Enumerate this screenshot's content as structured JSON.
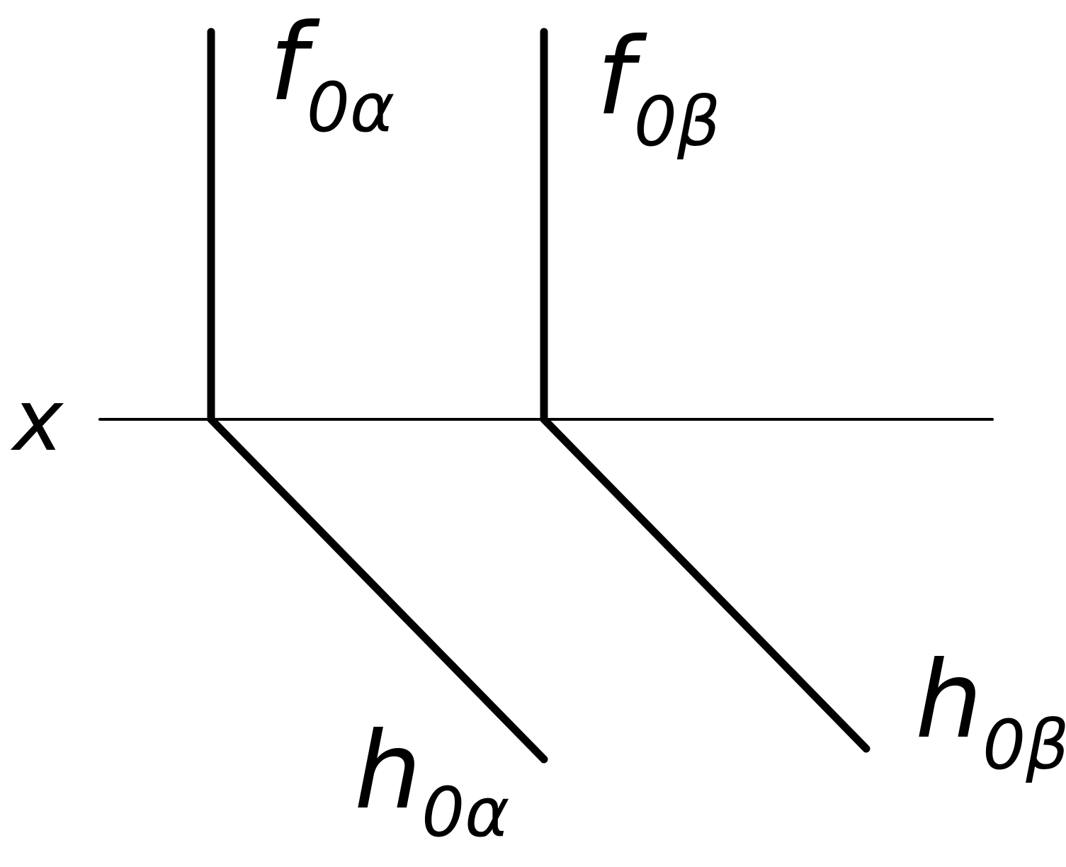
{
  "colors": {
    "background": "#ffffff",
    "line": "#000000"
  },
  "axis": {
    "label": "x"
  },
  "traces": [
    {
      "id": "f-alpha",
      "main": "f",
      "sub": "0α"
    },
    {
      "id": "f-beta",
      "main": "f",
      "sub": "0β"
    },
    {
      "id": "h-alpha",
      "main": "h",
      "sub": "0α"
    },
    {
      "id": "h-beta",
      "main": "h",
      "sub": "0β"
    }
  ]
}
